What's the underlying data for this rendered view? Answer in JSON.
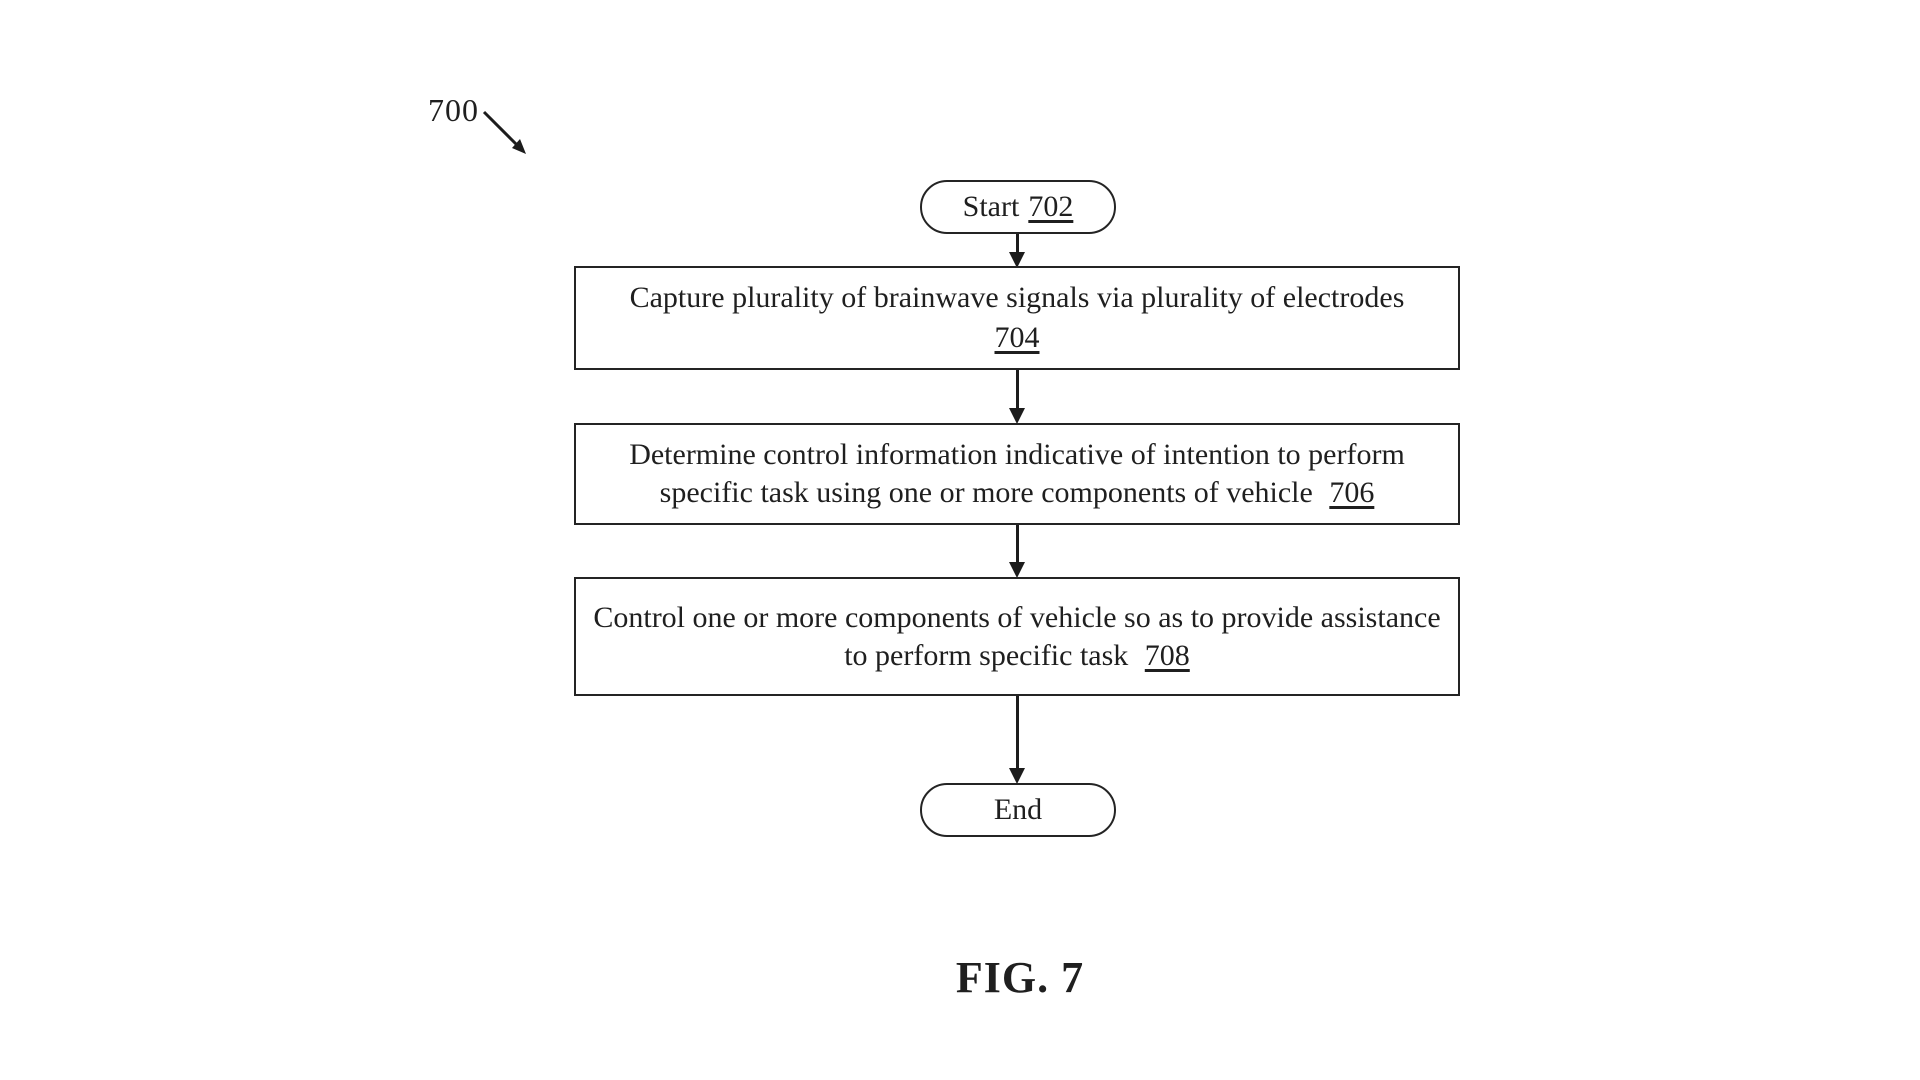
{
  "figure": {
    "reference_label": "700",
    "caption": "FIG. 7",
    "flowchart": {
      "start": {
        "label": "Start",
        "ref": "702"
      },
      "steps": [
        {
          "label": "Capture plurality of brainwave signals via plurality of electrodes",
          "ref": "704"
        },
        {
          "label": "Determine control information indicative of intention to perform specific task using one or more components of vehicle",
          "ref": "706"
        },
        {
          "label": "Control one or more components of vehicle so as to provide assistance to perform specific task",
          "ref": "708"
        }
      ],
      "end": {
        "label": "End"
      }
    }
  }
}
